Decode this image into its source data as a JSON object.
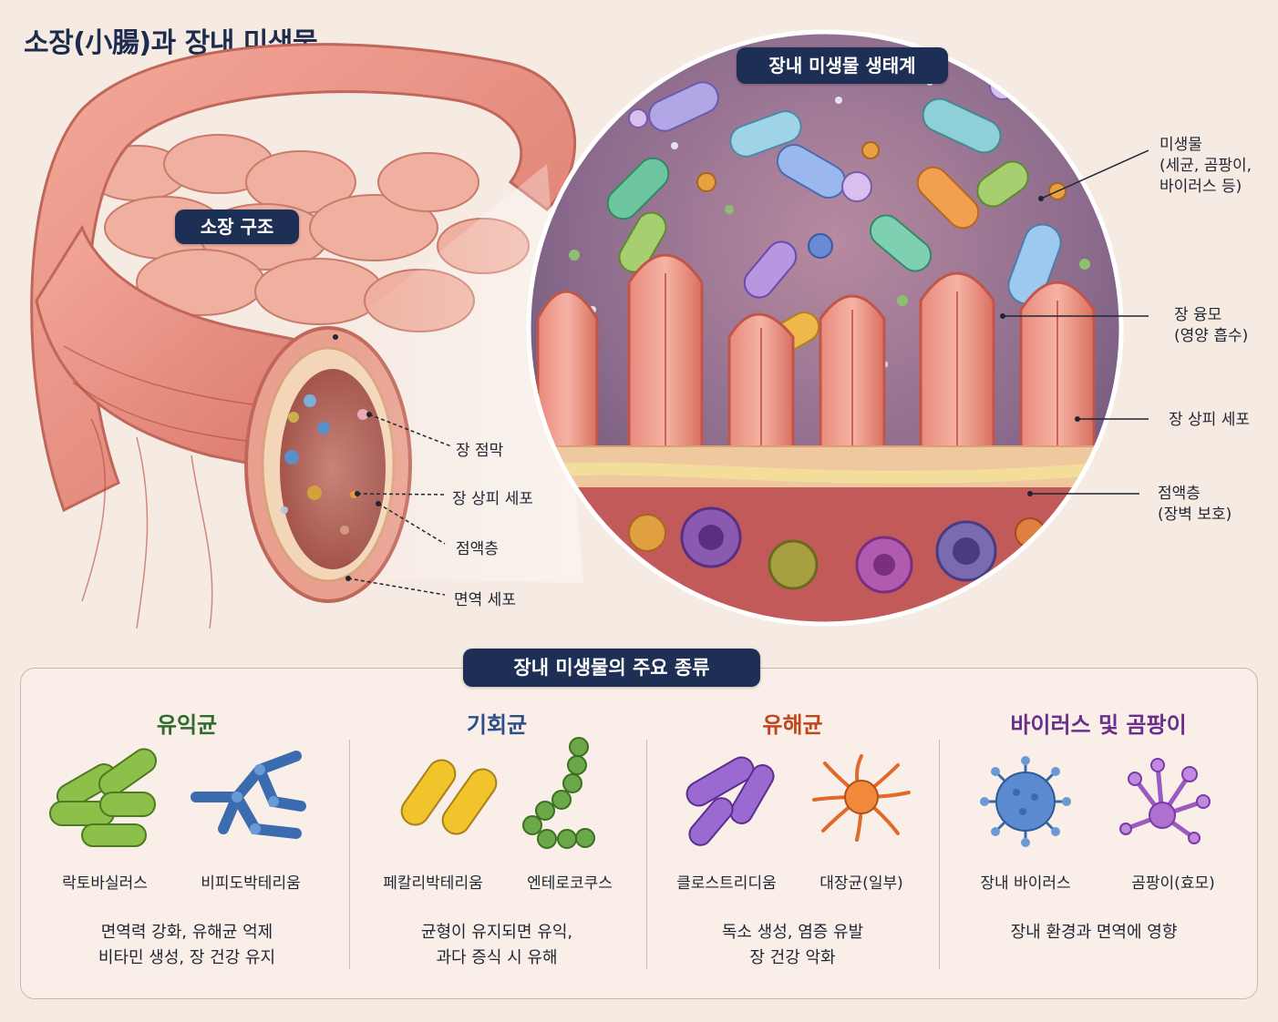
{
  "title": "소장(小腸)과 장내 미생물",
  "left_panel": {
    "badge": "소장 구조",
    "callouts": [
      "장 점막",
      "장 상피 세포",
      "점액층",
      "면역 세포"
    ]
  },
  "right_panel": {
    "badge": "장내 미생물 생태계",
    "callouts": {
      "microbes": [
        "미생물",
        "(세균, 곰팡이,",
        "바이러스 등)"
      ],
      "villi": [
        "장 융모",
        "(영양 흡수)"
      ],
      "epithelium": [
        "장 상피 세포"
      ],
      "mucus": [
        "점액층",
        "(장벽 보호)"
      ]
    }
  },
  "types_panel": {
    "header": "장내 미생물의 주요 종류",
    "categories": [
      {
        "title": "유익균",
        "color": "#2f6b2a",
        "organisms": [
          "락토바실러스",
          "비피도박테리움"
        ],
        "icons": [
          "green-rod-bacteria-icon",
          "blue-branched-bacteria-icon"
        ],
        "description": [
          "면역력 강화, 유해균 억제",
          "비타민 생성, 장 건강 유지"
        ]
      },
      {
        "title": "기회균",
        "color": "#2b4f8c",
        "organisms": [
          "페칼리박테리움",
          "엔테로코쿠스"
        ],
        "icons": [
          "yellow-rod-bacteria-icon",
          "green-chain-cocci-icon"
        ],
        "description": [
          "균형이 유지되면 유익,",
          "과다 증식 시 유해"
        ]
      },
      {
        "title": "유해균",
        "color": "#c0461c",
        "organisms": [
          "클로스트리디움",
          "대장균(일부)"
        ],
        "icons": [
          "purple-rod-bacteria-icon",
          "orange-flagellated-bacteria-icon"
        ],
        "description": [
          "독소 생성, 염증 유발",
          "장 건강 악화"
        ]
      },
      {
        "title": "바이러스 및 곰팡이",
        "color": "#6a2f8c",
        "organisms": [
          "장내 바이러스",
          "곰팡이(효모)"
        ],
        "icons": [
          "blue-virus-icon",
          "purple-fungus-icon"
        ],
        "description": [
          "장내 환경과 면역에 영향"
        ]
      }
    ]
  }
}
